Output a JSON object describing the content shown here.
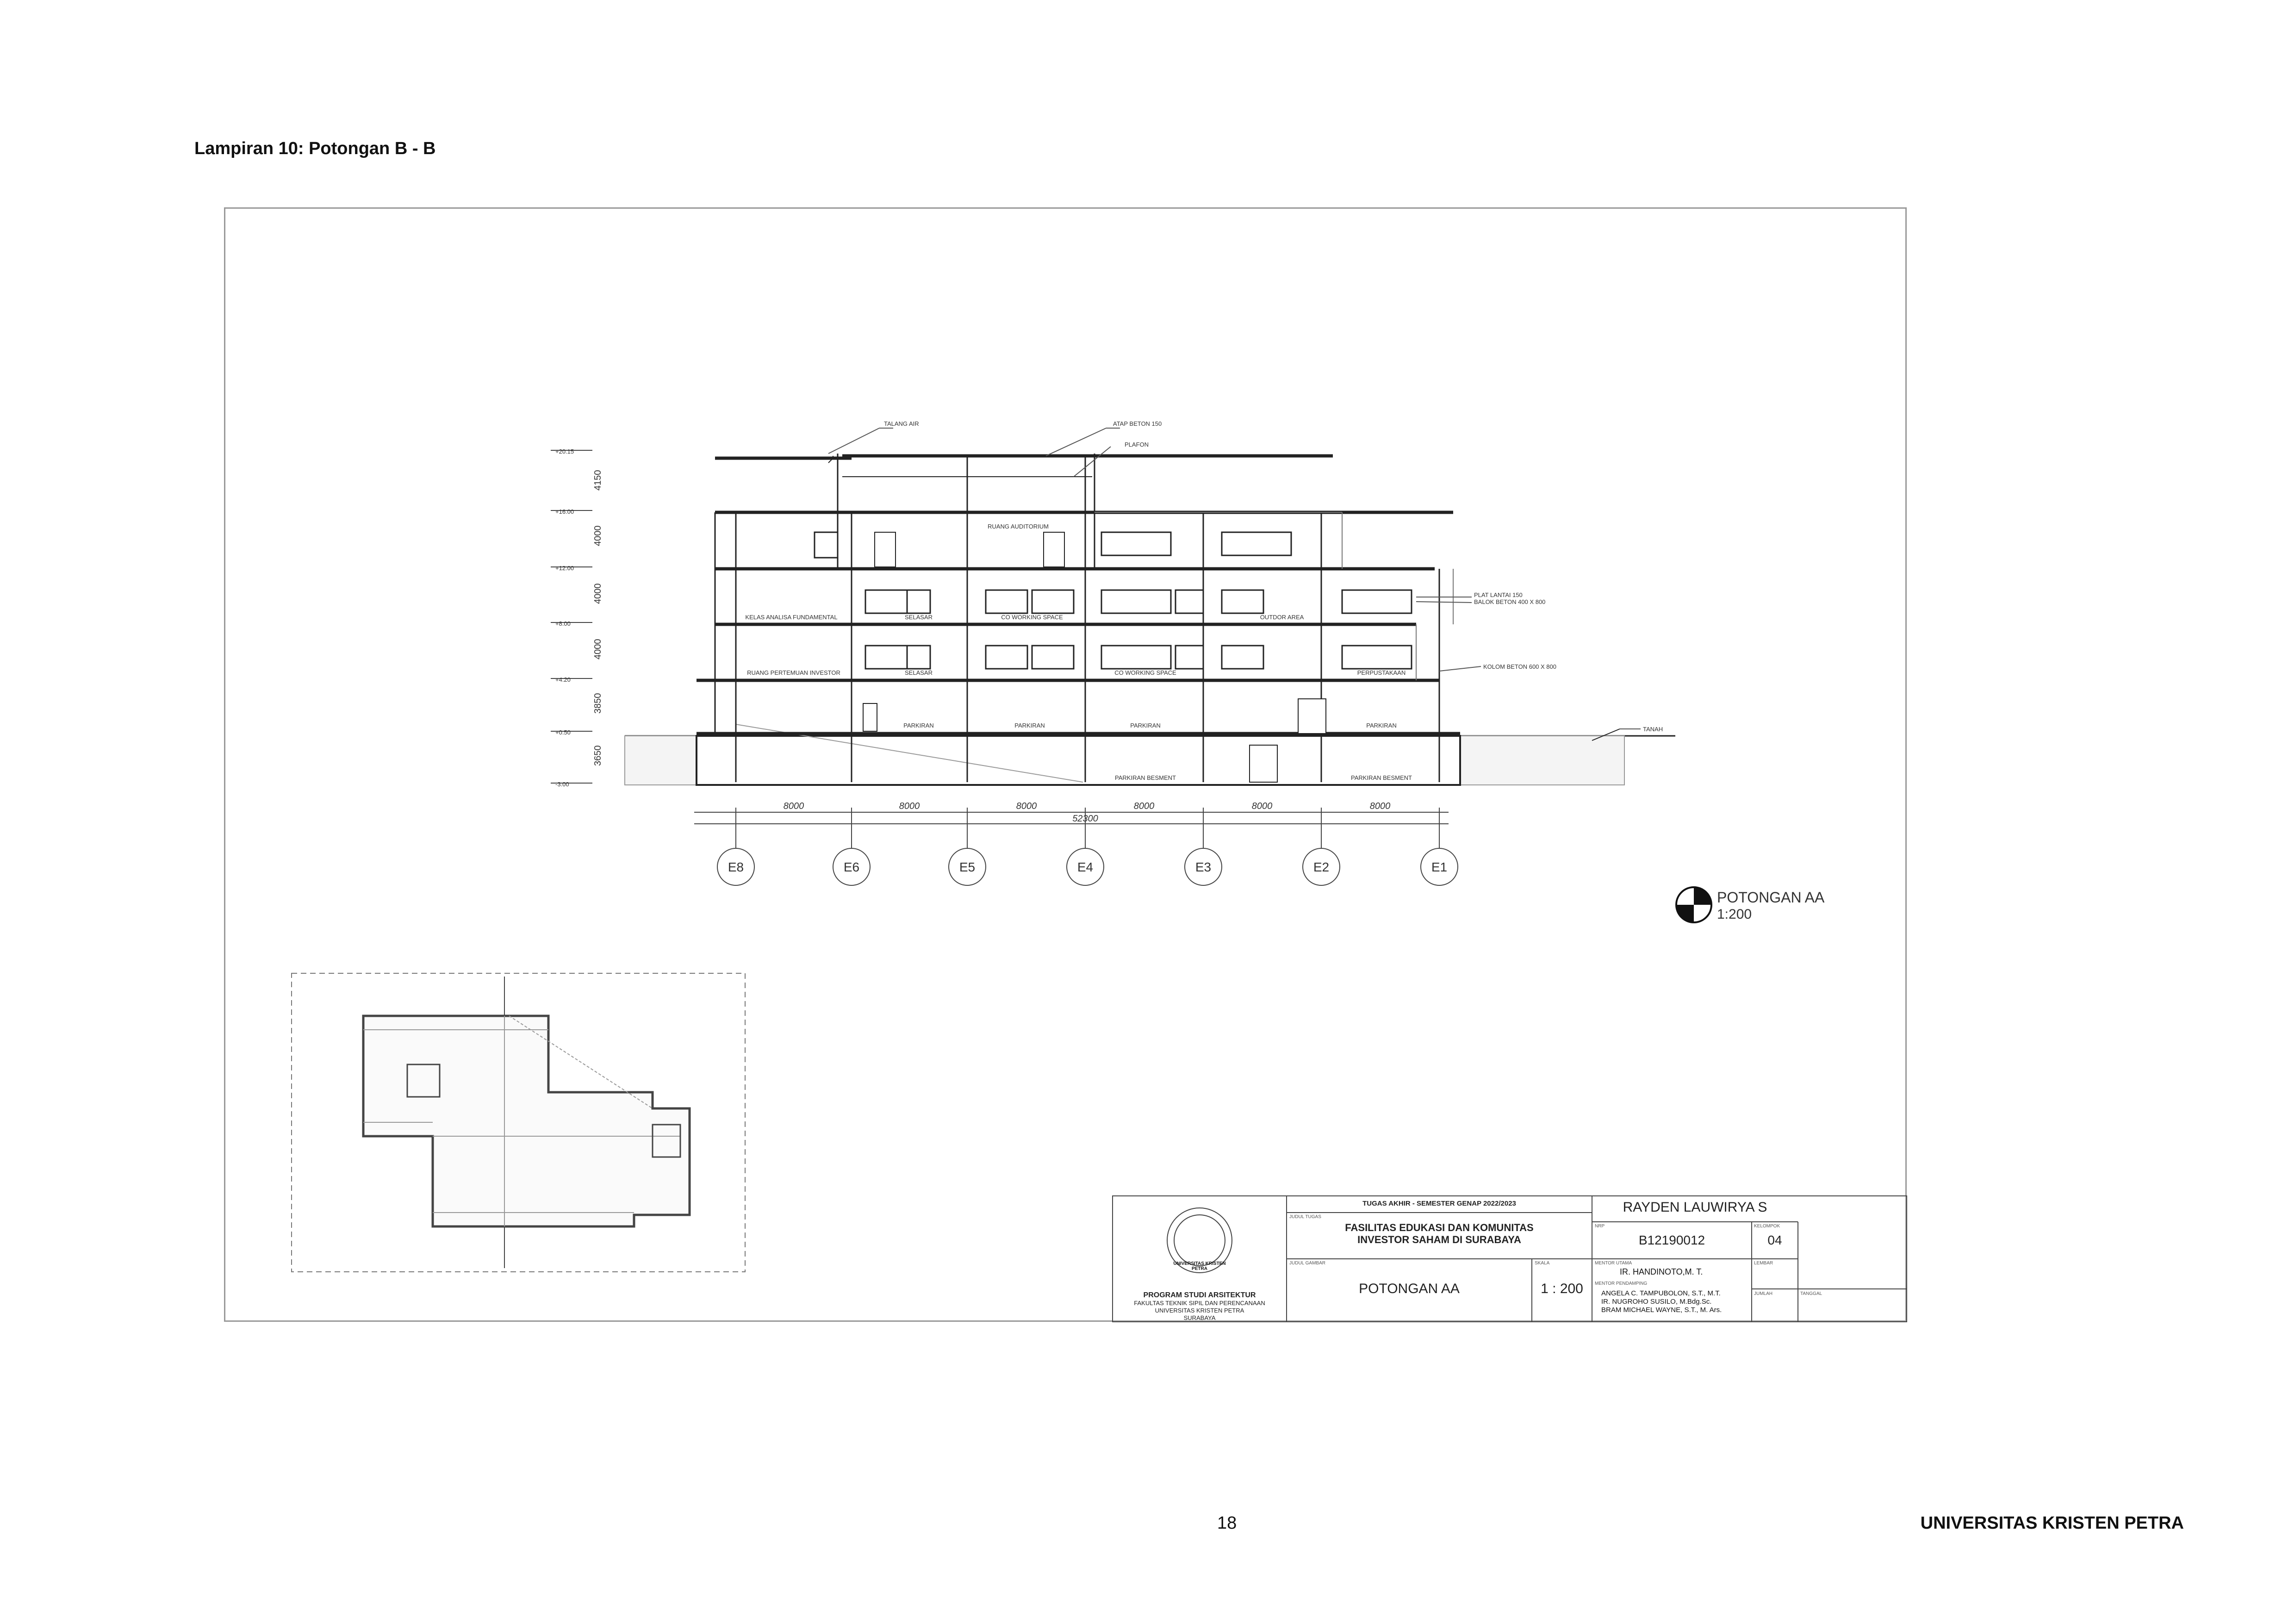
{
  "heading": "Lampiran 10: Potongan B - B",
  "footer": {
    "page_number": "18",
    "institution": "UNIVERSITAS KRISTEN PETRA"
  },
  "section": {
    "callouts": {
      "gutter": "TALANG AIR",
      "roof": "ATAP BETON 150",
      "ceiling": "PLAFON",
      "slab": "PLAT LANTAI 150",
      "beam": "BALOK BETON 400 X 800",
      "column": "KOLOM BETON 600 X 800",
      "ground": "TANAH"
    },
    "levels": [
      "+20.15",
      "+16.00",
      "+12.00",
      "+8.00",
      "+4.20",
      "+0.50",
      "-3.00"
    ],
    "floor_heights": [
      "4150",
      "4000",
      "4000",
      "4000",
      "3850",
      "3650"
    ],
    "room_labels": {
      "auditorium": "RUANG AUDITORIUM",
      "kelas": "KELAS ANALISA FUNDAMENTAL",
      "selasar_1": "SELASAR",
      "coworking_1": "CO WORKING SPACE",
      "outdoor": "OUTDOR AREA",
      "pertemuan": "RUANG PERTEMUAN INVESTOR",
      "selasar_2": "SELASAR",
      "coworking_2": "CO WORKING SPACE",
      "perpustakaan": "PERPUSTAKAAN",
      "parkiran_1": "PARKIRAN",
      "parkiran_2": "PARKIRAN",
      "parkiran_3": "PARKIRAN",
      "parkiran_4": "PARKIRAN",
      "basement_1": "PARKIRAN BESMENT",
      "basement_2": "PARKIRAN BESMENT"
    },
    "bay_dims": [
      "8000",
      "8000",
      "8000",
      "8000",
      "8000",
      "8000"
    ],
    "total_dim": "52300",
    "grid_axes": [
      "E8",
      "E6",
      "E5",
      "E4",
      "E3",
      "E2",
      "E1"
    ]
  },
  "section_tag": {
    "title": "POTONGAN AA",
    "scale": "1:200"
  },
  "title_block": {
    "seal_text": "UNIVERSITAS KRISTEN PETRA",
    "program": "PROGRAM STUDI ARSITEKTUR",
    "faculty": "FAKULTAS TEKNIK SIPIL DAN PERENCANAAN",
    "university": "UNIVERSITAS KRISTEN PETRA",
    "city": "SURABAYA",
    "course": "TUGAS AKHIR - SEMESTER GENAP 2022/2023",
    "label_project": "JUDUL TUGAS",
    "project_line1": "FASILITAS EDUKASI DAN KOMUNITAS",
    "project_line2": "INVESTOR SAHAM DI SURABAYA",
    "label_drawing": "JUDUL GAMBAR",
    "drawing_title": "POTONGAN AA",
    "label_scale": "SKALA",
    "scale": "1 : 200",
    "student_name": "RAYDEN LAUWIRYA S",
    "label_nrp": "NRP",
    "nrp": "B12190012",
    "label_group": "KELOMPOK",
    "group": "04",
    "label_mentor": "MENTOR UTAMA",
    "mentor": "IR. HANDINOTO,M. T.",
    "label_sheet": "LEMBAR",
    "label_co_mentor": "MENTOR PENDAMPING",
    "co_mentors": [
      "ANGELA C. TAMPUBOLON, S.T., M.T.",
      "IR. NUGROHO SUSILO, M.Bdg.Sc.",
      "BRAM MICHAEL WAYNE, S.T., M. Ars."
    ],
    "label_total": "JUMLAH",
    "label_date": "TANGGAL"
  },
  "colors": {
    "ink": "#222222",
    "hatch": "#888888",
    "frame": "#999999"
  }
}
